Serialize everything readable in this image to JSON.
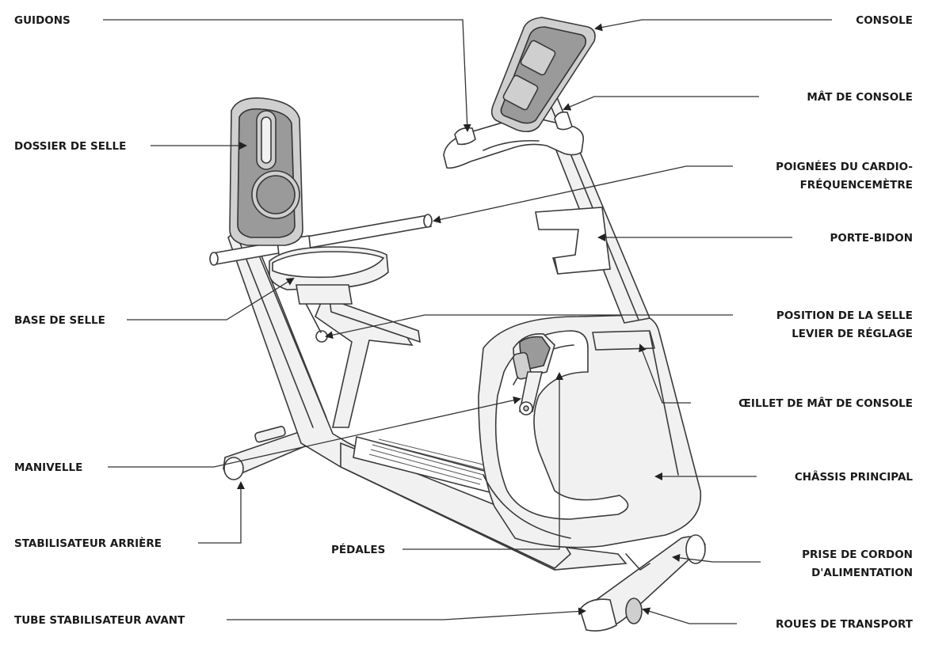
{
  "labels": {
    "guidons": "GUIDONS",
    "console": "CONSOLE",
    "mat_console": "MÂT DE CONSOLE",
    "dossier_selle": "DOSSIER DE SELLE",
    "poignees_1": "POIGNÉES DU CARDIO-",
    "poignees_2": "FRÉQUENCEMÈTRE",
    "porte_bidon": "PORTE-BIDON",
    "base_selle": "BASE DE SELLE",
    "position_1": "POSITION DE LA SELLE",
    "position_2": "LEVIER DE RÉGLAGE",
    "oeillet": "ŒILLET DE MÂT DE CONSOLE",
    "manivelle": "MANIVELLE",
    "chassis": "CHÂSSIS PRINCIPAL",
    "stabilisateur_arriere": "STABILISATEUR ARRIÈRE",
    "pedales": "PÉDALES",
    "prise_1": "PRISE DE CORDON",
    "prise_2": "D'ALIMENTATION",
    "tube_avant": "TUBE STABILISATEUR AVANT",
    "roues": "ROUES DE TRANSPORT"
  },
  "icons": {
    "bike": "recumbent-bike-drawing",
    "arrow": "arrowhead"
  }
}
